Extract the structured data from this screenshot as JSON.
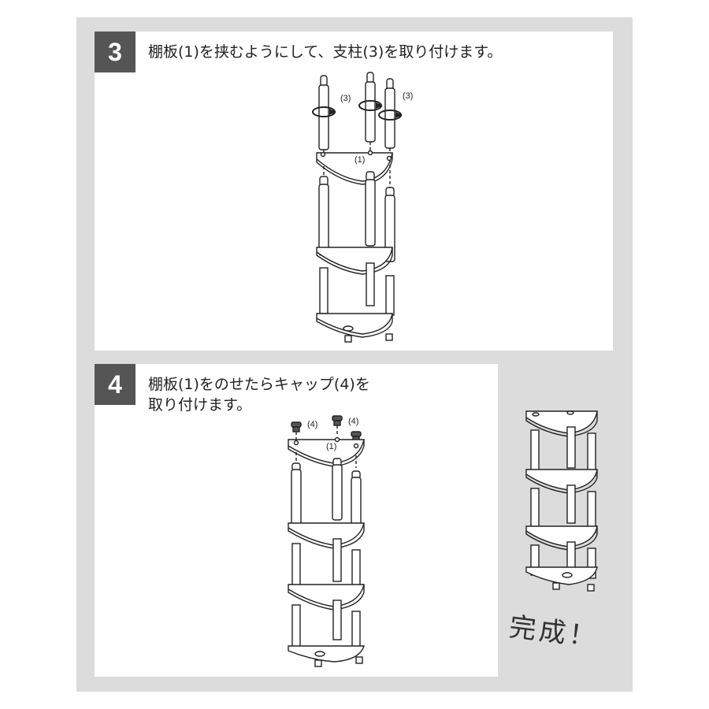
{
  "step3": {
    "number": "3",
    "instruction": "棚板(1)を挟むようにして、支柱(3)を取り付けます。",
    "labels": {
      "pole": "(3)",
      "pole_right": "(3)",
      "shelf": "(1)"
    }
  },
  "step4": {
    "number": "4",
    "instruction_line1": "棚板(1)をのせたらキャップ(4)を",
    "instruction_line2": "取り付けます。",
    "labels": {
      "cap": "(4)",
      "cap_right": "(4)",
      "shelf": "(1)"
    }
  },
  "completed": {
    "text": "完成！"
  },
  "colors": {
    "frame": "#dcdcdc",
    "badge": "#555555",
    "line": "#222222"
  }
}
